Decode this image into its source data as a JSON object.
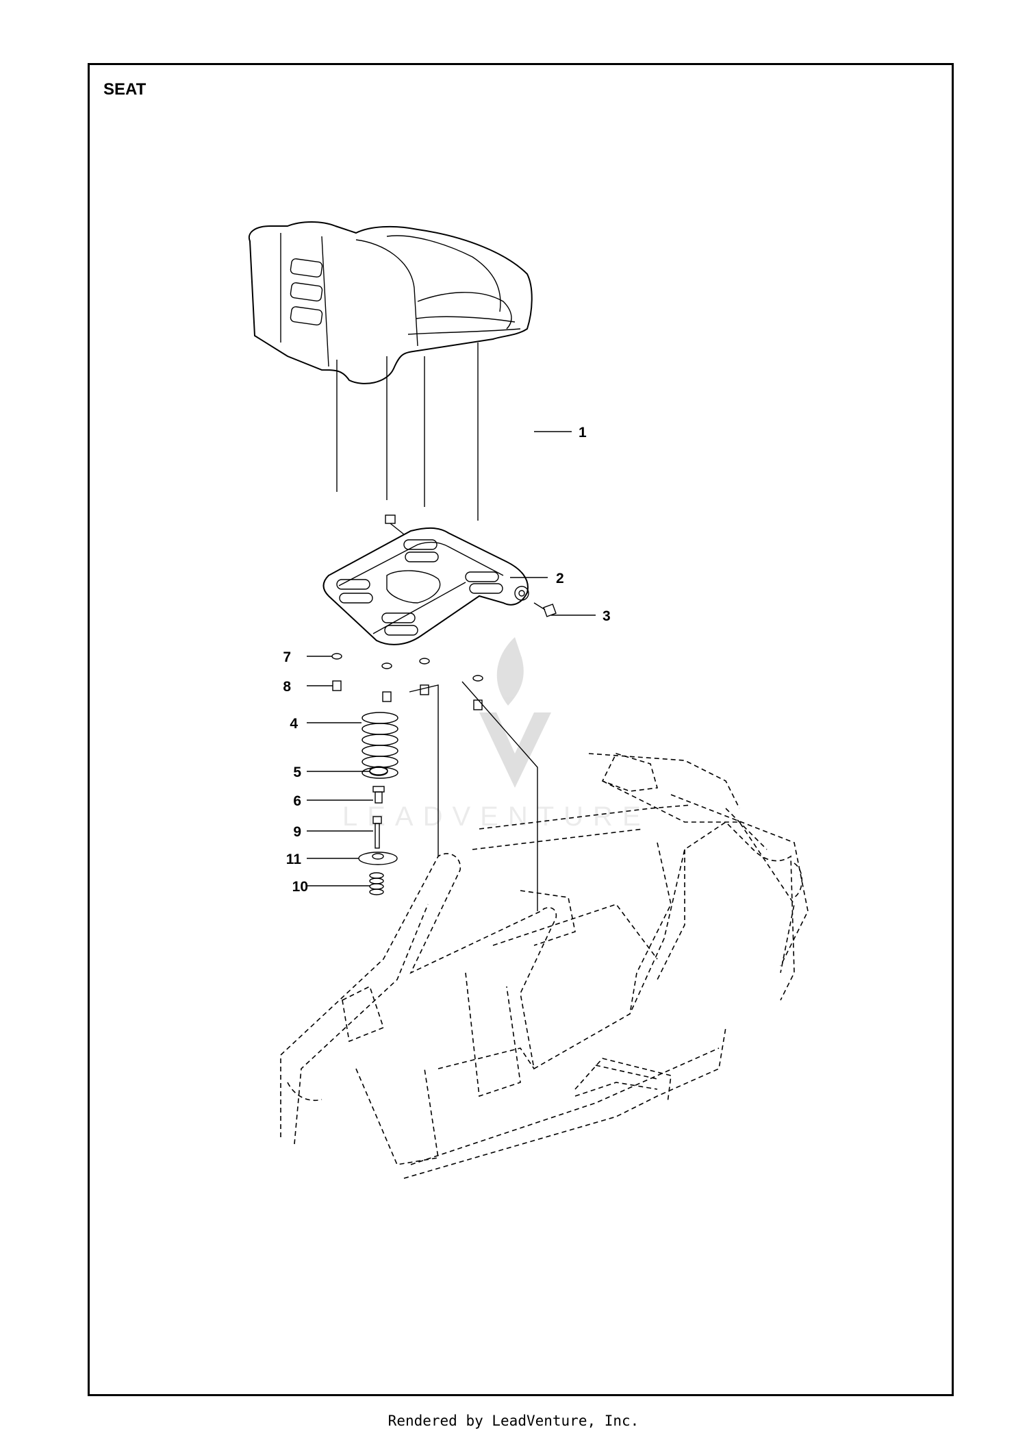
{
  "title": "SEAT",
  "footer": "Rendered by LeadVenture, Inc.",
  "watermark": "LEADVENTURE",
  "callouts": [
    {
      "id": "1",
      "label": "1"
    },
    {
      "id": "2",
      "label": "2"
    },
    {
      "id": "3",
      "label": "3"
    },
    {
      "id": "4",
      "label": "4"
    },
    {
      "id": "5",
      "label": "5"
    },
    {
      "id": "6",
      "label": "6"
    },
    {
      "id": "7",
      "label": "7"
    },
    {
      "id": "8",
      "label": "8"
    },
    {
      "id": "9",
      "label": "9"
    },
    {
      "id": "10",
      "label": "10"
    },
    {
      "id": "11",
      "label": "11"
    }
  ]
}
